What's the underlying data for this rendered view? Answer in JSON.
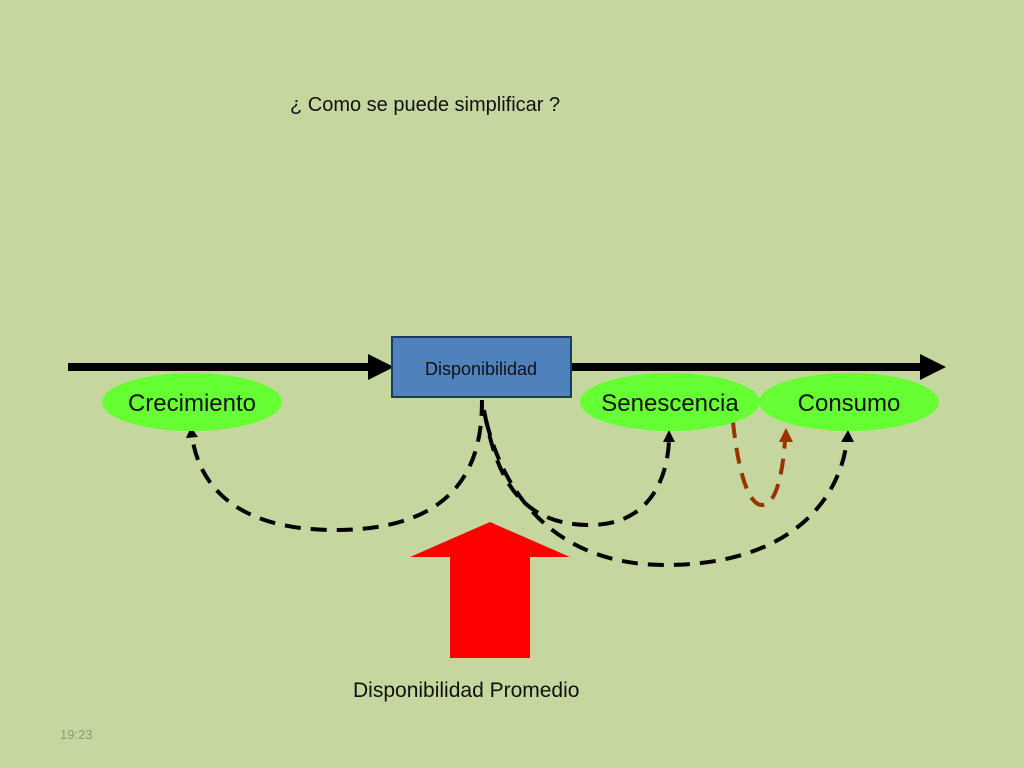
{
  "slide": {
    "question": "¿ Como se puede simplificar ?",
    "caption": "Disponibilidad Promedio",
    "timestamp": "19:23"
  },
  "diagram": {
    "center_box": "Disponibilidad",
    "stages": [
      {
        "id": "crecimiento",
        "label": "Crecimiento"
      },
      {
        "id": "senescencia",
        "label": "Senescencia"
      },
      {
        "id": "consumo",
        "label": "Consumo"
      }
    ],
    "colors": {
      "background": "#c5d79e",
      "box_fill": "#4f81bd",
      "box_border": "#1f3864",
      "ellipse_fill": "#66ff33",
      "main_arrow": "#000000",
      "dashed_flow": "#000000",
      "dashed_flow_brown": "#993300",
      "big_arrow": "#ff0000"
    }
  }
}
